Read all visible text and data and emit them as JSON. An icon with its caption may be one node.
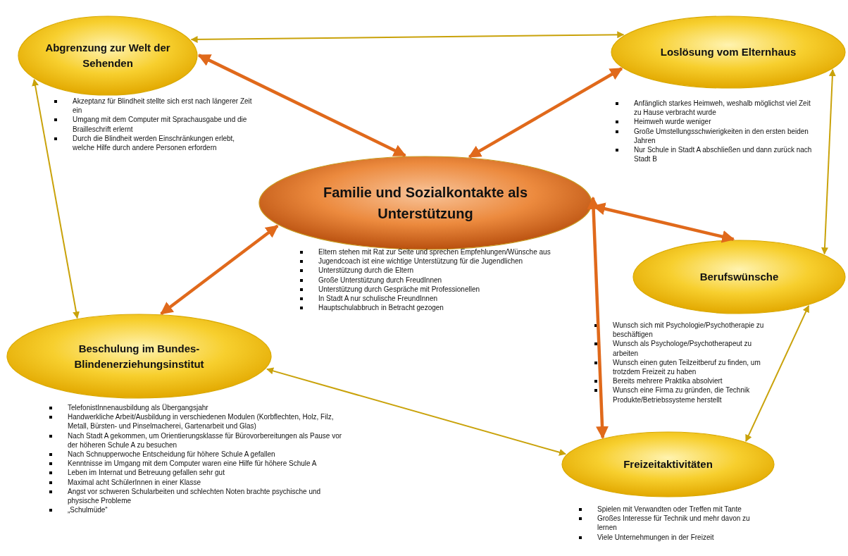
{
  "diagram": {
    "nodes": [
      {
        "text": [
          "Abgrenzung zur Welt der Sehenden"
        ],
        "beside": [
          "Akzeptanz für Blindheit stellte sich erst nach längerer Zeit ein",
          "Umgang mit dem Computer mit Sprachausgabe und die Brailleschrift erlernt",
          "Durch die Blindheit werden Einschränkungen erlebt, welche Hilfe durch andere Personen erfordern"
        ]
      },
      {
        "text": [
          "Loslösung vom Elternhaus"
        ],
        "beside": [
          "Anfänglich starkes Heimweh, weshalb möglichst viel Zeit zu Hause verbracht wurde",
          "Heimweh wurde weniger",
          "Große Umstellungsschwierigkeiten in den ersten beiden Jahren",
          "Nur Schule in Stadt A abschließen und dann zurück nach Stadt B"
        ]
      },
      {
        "text": [
          "Familie und Sozialkontakte als Unterstützung"
        ],
        "beside": [
          "Eltern stehen mit Rat zur Seite und sprechen Empfehlungen/Wünsche aus",
          "Jugendcoach ist eine wichtige Unterstützung für die Jugendlichen",
          "Unterstützung durch die Eltern",
          "Große Unterstützung durch FreudInnen",
          "Unterstützung durch Gespräche mit Professionellen",
          "In Stadt A nur schulische FreundInnen",
          "Hauptschulabbruch in Betracht gezogen"
        ]
      },
      {
        "text": [
          "Berufswünsche"
        ],
        "beside": [
          "Wunsch sich mit Psychologie/Psychotherapie zu beschäftigen",
          "Wunsch als Psychologe/Psychotherapeut zu arbeiten",
          "Wunsch einen guten Teilzeitberuf zu finden, um trotzdem Freizeit zu haben",
          "Bereits mehrere Praktika absolviert",
          "Wunsch eine Firma zu gründen, die Technik Produkte/Betriebssysteme herstellt"
        ]
      },
      {
        "text": [
          "Beschulung im Bundes-Blindenerziehungsinstitut"
        ],
        "beside": [
          "TelefonistInnenausbildung als Übergangsjahr",
          "Handwerkliche Arbeit/Ausbildung in verschiedenen Modulen (Korbflechten, Holz, Filz, Metall, Bürsten- und Pinselmacherei, Gartenarbeit und Glas)",
          "Nach Stadt A gekommen, um Orientierungsklasse für Bürovorbereitungen als Pause vor der höheren Schule A zu besuchen",
          "Nach Schnupperwoche Entscheidung für höhere Schule A gefallen",
          "Kenntnisse im Umgang mit dem Computer waren eine Hilfe für höhere Schule A",
          "Leben im Internat und Betreuung gefallen sehr gut",
          "Maximal acht SchülerInnen in einer Klasse",
          "Angst vor schweren Schularbeiten und schlechten Noten brachte psychische und physische Probleme",
          "„Schulmüde“"
        ]
      },
      {
        "text": [
          "Freizeitaktivitäten"
        ],
        "beside": [
          "Spielen mit Verwandten oder Treffen mit Tante",
          "Großes Interesse für Technik und mehr davon zu lernen",
          "Viele Unternehmungen in der Freizeit"
        ]
      }
    ],
    "edges": [
      {
        "from": 0,
        "to": 1,
        "arrow": "both"
      },
      {
        "from": 0,
        "to": 2,
        "arrow": "both",
        "style": "thick",
        "color": "#e0691b"
      },
      {
        "from": 1,
        "to": 2,
        "arrow": "both",
        "style": "thick",
        "color": "#e0691b"
      },
      {
        "from": 0,
        "to": 4,
        "arrow": "both"
      },
      {
        "from": 1,
        "to": 3,
        "arrow": "both"
      },
      {
        "from": 2,
        "to": 3,
        "arrow": "both",
        "style": "thick",
        "color": "#e0691b"
      },
      {
        "from": 2,
        "to": 4,
        "arrow": "both",
        "style": "thick",
        "color": "#e0691b"
      },
      {
        "from": 2,
        "to": 5,
        "arrow": "both",
        "style": "thick",
        "color": "#e0691b"
      },
      {
        "from": 3,
        "to": 5,
        "arrow": "both"
      },
      {
        "from": 4,
        "to": 5,
        "arrow": "both"
      }
    ]
  }
}
